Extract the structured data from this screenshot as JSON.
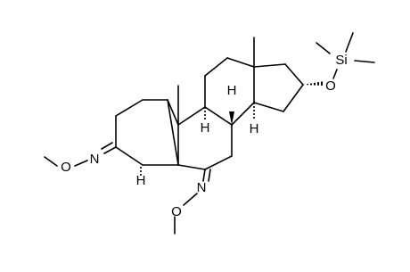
{
  "figure": {
    "background": "#ffffff",
    "bond_color": "#000000",
    "atom_labels": {
      "oxime_n_ring_a": "N",
      "oxime_o_ring_a": "O",
      "oxime_n_ring_b": "N",
      "oxime_o_ring_b": "O",
      "ether_o": "O",
      "si": "Si",
      "h_5": "H",
      "h_8": "H",
      "h_9": "H",
      "h_14": "H"
    }
  }
}
